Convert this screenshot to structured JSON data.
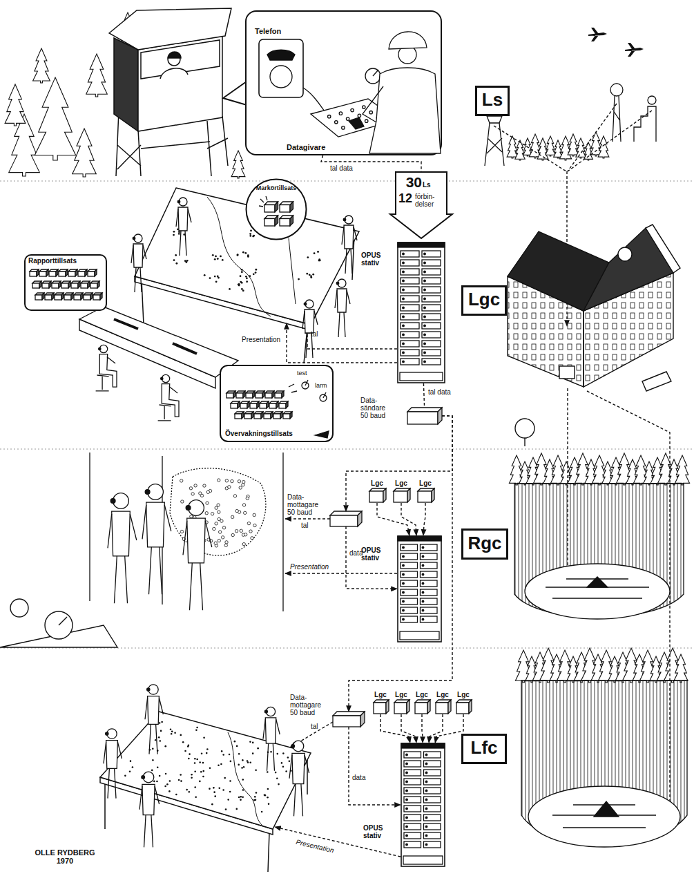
{
  "diagram": {
    "caption": "OLLE RYDBERG 1970",
    "nodes": [
      {
        "text": [
          "Telefon",
          "Datagivare"
        ]
      },
      {
        "text": [
          "Ls"
        ]
      },
      {
        "text": [
          "30",
          "Ls",
          "12",
          "förbin-delser"
        ]
      },
      {
        "text": [
          "Markörtillsats"
        ]
      },
      {
        "text": [
          "Rapporttillsats"
        ]
      },
      {
        "text": [
          "OPUS stativ"
        ]
      },
      {
        "text": [
          "Lgc"
        ]
      },
      {
        "text": [
          "test",
          "larm",
          "Övervakningstillsats"
        ]
      },
      {
        "text": [
          "Data-sändare 50 baud"
        ]
      },
      {
        "text": [
          "Data-mottagare 50 baud"
        ]
      },
      {
        "text": [
          "Lgc"
        ]
      },
      {
        "text": [
          "Lgc"
        ]
      },
      {
        "text": [
          "Lgc"
        ]
      },
      {
        "text": [
          "OPUS stativ"
        ]
      },
      {
        "text": [
          "Rgc"
        ]
      },
      {
        "text": [
          "Data-mottagare 50 baud"
        ]
      },
      {
        "text": [
          "Lgc"
        ]
      },
      {
        "text": [
          "Lgc"
        ]
      },
      {
        "text": [
          "Lgc"
        ]
      },
      {
        "text": [
          "Lgc"
        ]
      },
      {
        "text": [
          "Lgc"
        ]
      },
      {
        "text": [
          "OPUS stativ"
        ]
      },
      {
        "text": [
          "Lfc"
        ]
      }
    ],
    "edges": [
      {
        "from": 0,
        "to": 2,
        "label": "tal data",
        "arrow": "none"
      },
      {
        "from": 5,
        "to": 8,
        "label": "tal data",
        "arrow": "none"
      },
      {
        "from": 8,
        "to": 9,
        "arrow": "to"
      },
      {
        "from": 8,
        "to": 15,
        "arrow": "to"
      },
      {
        "from": 9,
        "to": 13,
        "label": "data",
        "arrow": "to"
      },
      {
        "from": 10,
        "to": 13,
        "arrow": "to"
      },
      {
        "from": 11,
        "to": 13,
        "arrow": "to"
      },
      {
        "from": 12,
        "to": 13,
        "arrow": "to"
      },
      {
        "from": 15,
        "to": 21,
        "label": "data",
        "arrow": "to"
      },
      {
        "from": 16,
        "to": 21,
        "arrow": "to"
      },
      {
        "from": 17,
        "to": 21,
        "arrow": "to"
      },
      {
        "from": 18,
        "to": 21,
        "arrow": "to"
      },
      {
        "from": 19,
        "to": 21,
        "arrow": "to"
      },
      {
        "from": 20,
        "to": 21,
        "arrow": "to"
      }
    ],
    "labels": [
      "Presentation",
      "tal",
      "tal",
      "Presentation",
      "tal",
      "Presentation"
    ]
  }
}
